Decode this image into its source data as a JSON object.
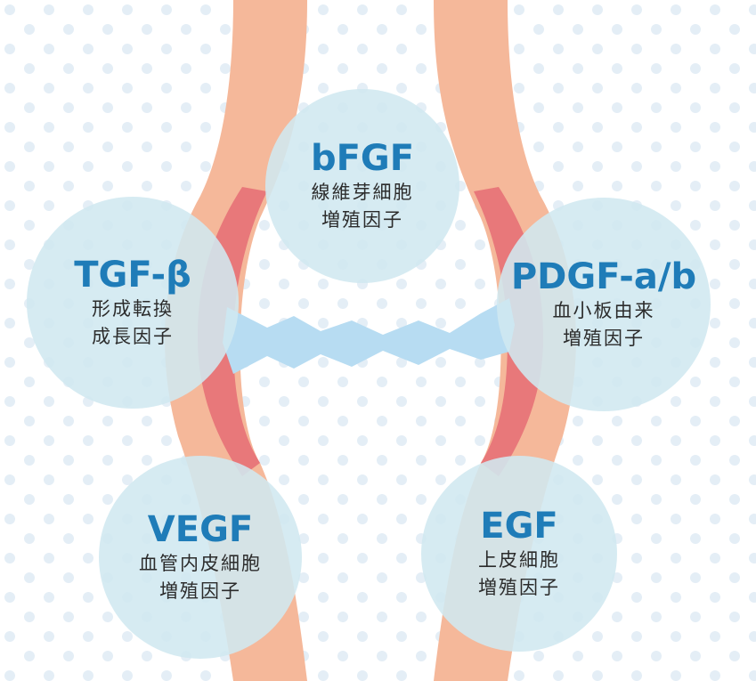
{
  "factors": [
    {
      "name": "bFGF",
      "desc1": "線維芽細胞",
      "desc2": "増殖因子"
    },
    {
      "name": "TGF-β",
      "desc1": "形成転換",
      "desc2": "成長因子"
    },
    {
      "name": "PDGF-a/b",
      "desc1": "血小板由来",
      "desc2": "増殖因子"
    },
    {
      "name": "VEGF",
      "desc1": "血管内皮細胞",
      "desc2": "増殖因子"
    },
    {
      "name": "EGF",
      "desc1": "上皮細胞",
      "desc2": "増殖因子"
    }
  ],
  "colors": {
    "bubble": "#d0e8f0",
    "factor_name": "#1f7cb8",
    "skin_outer": "#f5b89a",
    "skin_inner": "#e8787a",
    "wound_fill": "#b7dcf2",
    "dots": "#e4eef6"
  }
}
